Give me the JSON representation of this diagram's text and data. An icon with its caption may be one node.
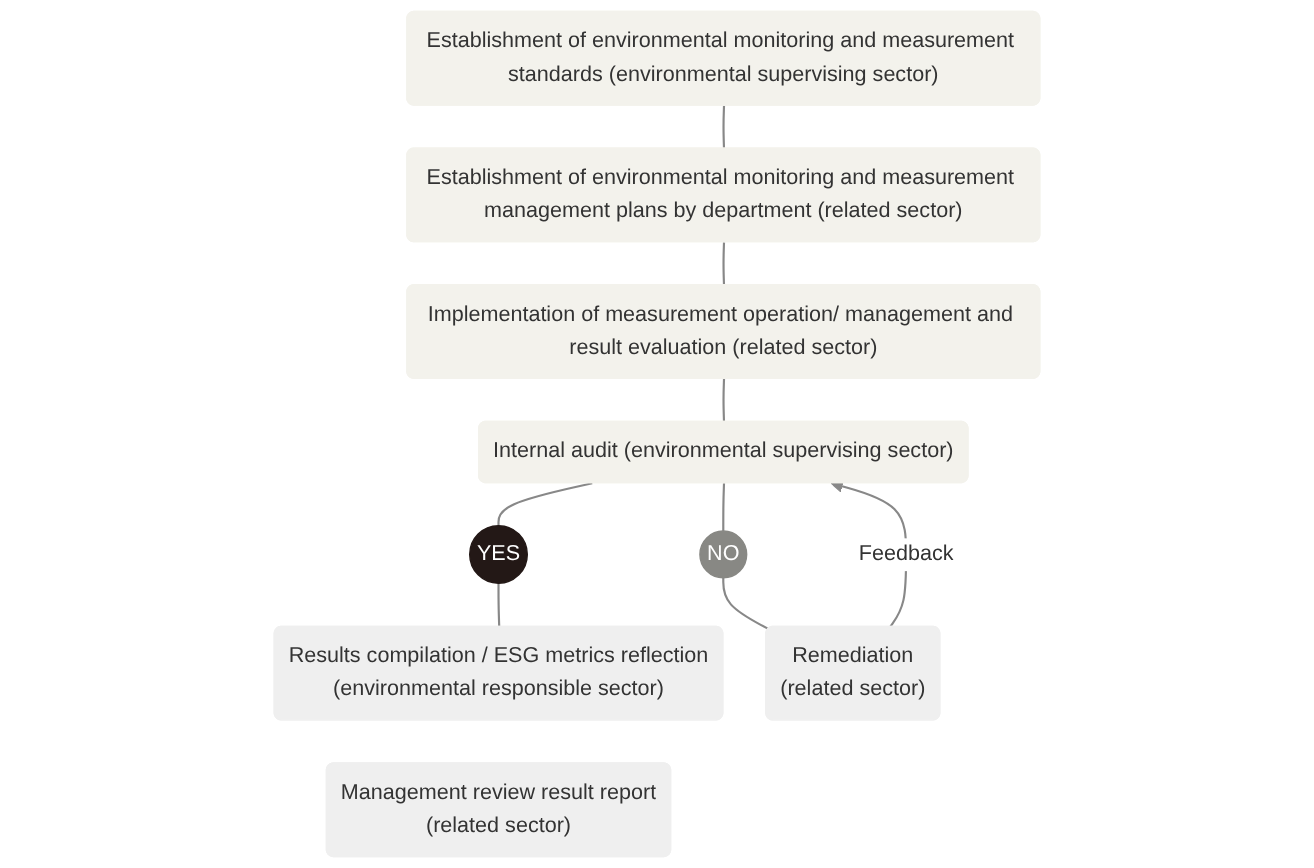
{
  "diagram": {
    "nodes": [
      {
        "text": [
          "Establishment of environmental monitoring and measurement standards (environmental supervising sector)"
        ]
      },
      {
        "text": [
          "Establishment of environmental monitoring and measurement management plans by department (related sector)"
        ]
      },
      {
        "text": [
          "Implementation of measurement operation/ management and result evaluation (related sector)"
        ]
      },
      {
        "text": [
          "Internal audit (environmental supervising sector)"
        ]
      },
      {
        "text": [
          "YES"
        ]
      },
      {
        "text": [
          "NO"
        ]
      },
      {
        "text": [
          "Results compilation / ESG metrics reflection",
          "(environmental responsible sector)"
        ]
      },
      {
        "text": [
          "Remediation",
          "(related sector)"
        ]
      },
      {
        "text": [
          "Management review result report",
          "(related sector)"
        ]
      }
    ],
    "edges": [
      {
        "from": 0,
        "to": 1,
        "arrow": "none"
      },
      {
        "from": 1,
        "to": 2,
        "arrow": "none"
      },
      {
        "from": 2,
        "to": 3,
        "arrow": "none"
      },
      {
        "from": 3,
        "to": 4,
        "arrow": "none"
      },
      {
        "from": 3,
        "to": 5,
        "arrow": "none"
      },
      {
        "from": 4,
        "to": 6,
        "arrow": "none"
      },
      {
        "from": 5,
        "to": 7,
        "arrow": "none"
      },
      {
        "from": 7,
        "to": 3,
        "arrow": "to",
        "label": "Feedback"
      }
    ]
  }
}
